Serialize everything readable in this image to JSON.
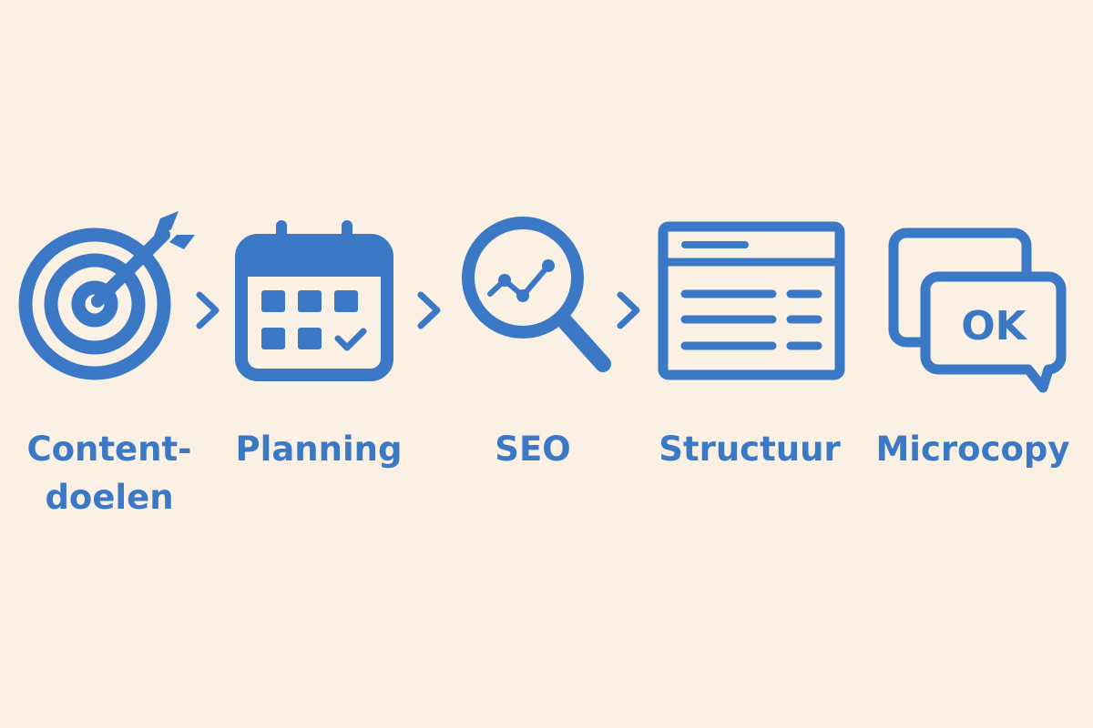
{
  "colors": {
    "background": "#FAF1E4",
    "accent": "#3B78C6"
  },
  "steps": [
    {
      "icon": "target-icon",
      "label_line1": "Content-",
      "label_line2": "doelen"
    },
    {
      "icon": "calendar-icon",
      "label": "Planning"
    },
    {
      "icon": "magnifier-chart-icon",
      "label": "SEO"
    },
    {
      "icon": "document-layout-icon",
      "label": "Structuur"
    },
    {
      "icon": "chat-bubbles-icon",
      "label": "Microcopy",
      "bubble_text": "OK"
    }
  ],
  "connectors": [
    "chevron-right-icon",
    "chevron-right-icon",
    "chevron-right-icon"
  ]
}
